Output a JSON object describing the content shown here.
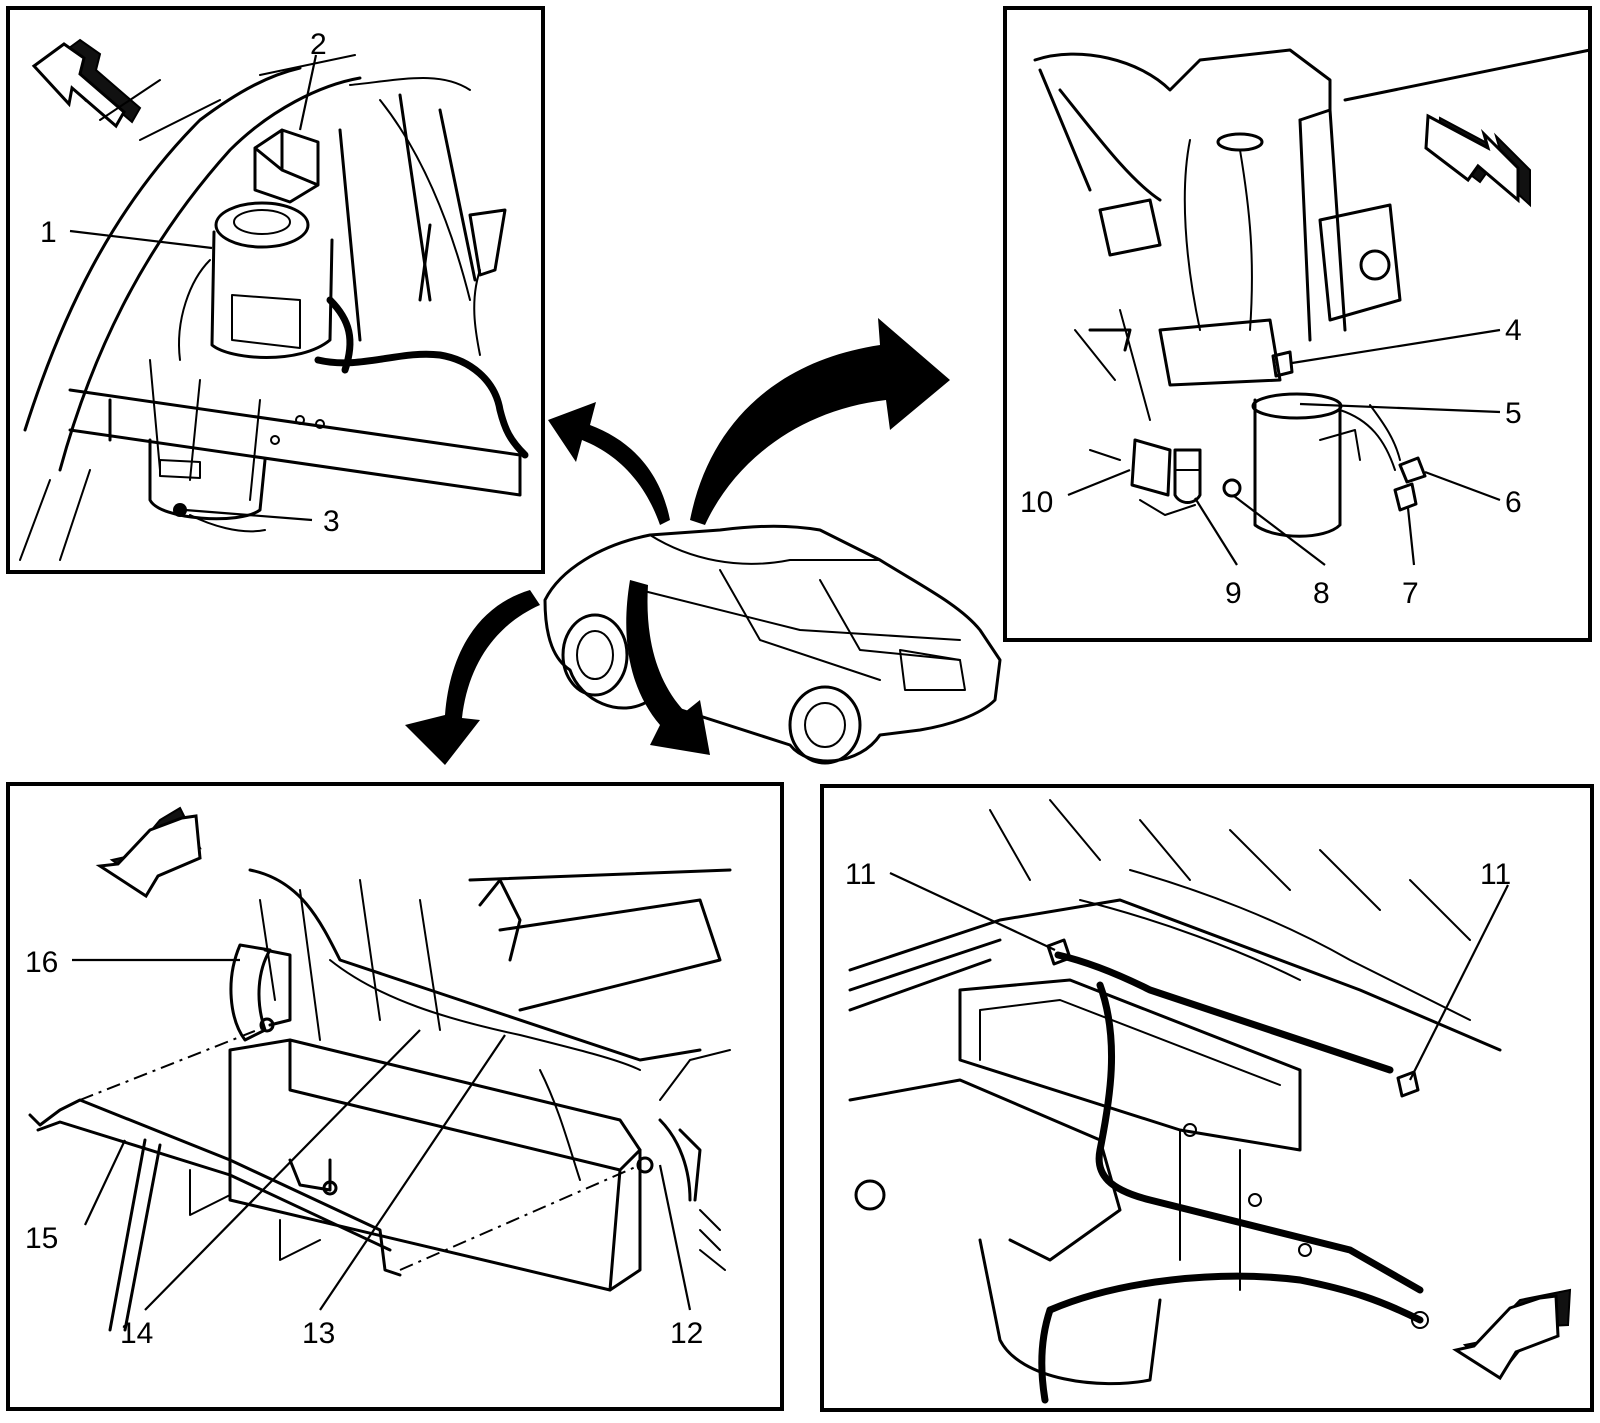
{
  "callouts": {
    "c1": "1",
    "c2": "2",
    "c3": "3",
    "c4": "4",
    "c5": "5",
    "c6": "6",
    "c7": "7",
    "c8": "8",
    "c9": "9",
    "c10": "10",
    "c11a": "11",
    "c11b": "11",
    "c12": "12",
    "c13": "13",
    "c14": "14",
    "c15": "15",
    "c16": "16"
  },
  "icons": {
    "direction_arrow": "front-direction-arrow-icon",
    "view_arrow": "view-pointer-arrow-icon",
    "vehicle": "sedan-vehicle-icon"
  },
  "colors": {
    "ink": "#000000",
    "paper": "#ffffff"
  }
}
